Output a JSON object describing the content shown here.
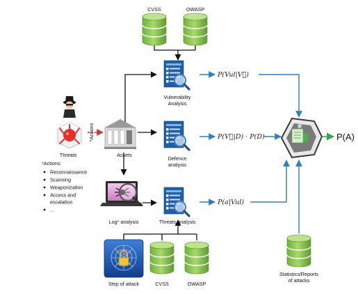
{
  "databases": {
    "top_left": "CVSS",
    "top_right": "OWASP",
    "bottom_left": "CVSS",
    "bottom_right": "OWASP",
    "stats": [
      "Statistics/Reports",
      "of attacks"
    ]
  },
  "nodes": {
    "threats": "Threats",
    "actions_marker": "*Actions",
    "assets": "Assets",
    "log_analysis": "Log* analysis",
    "step_of_attack": "Step of attack",
    "vulnerability_analysis": [
      "Vulnerability",
      "Analysis"
    ],
    "defence_analysis": [
      "Defence",
      "analysis"
    ],
    "threats_analysis": "Threats analysis"
  },
  "formulas": {
    "vul": "P(Vul|V⃗)",
    "defence": "P(V⃗|D) · P(D)",
    "threat": "P(a|Vul)",
    "result": "P(A)"
  },
  "actions": {
    "title": "*Actions:",
    "items": [
      "Reconnaissance",
      "Scanning",
      "Weaponization",
      "Access and",
      "escalation",
      "..."
    ]
  },
  "colors": {
    "database_green": "#7cc242",
    "arrow_blue": "#2f7fc1",
    "arrow_black": "#111111",
    "arrow_red": "#d9302c",
    "arrow_green": "#3aa44a",
    "doc_blue": "#1f5fa8"
  }
}
